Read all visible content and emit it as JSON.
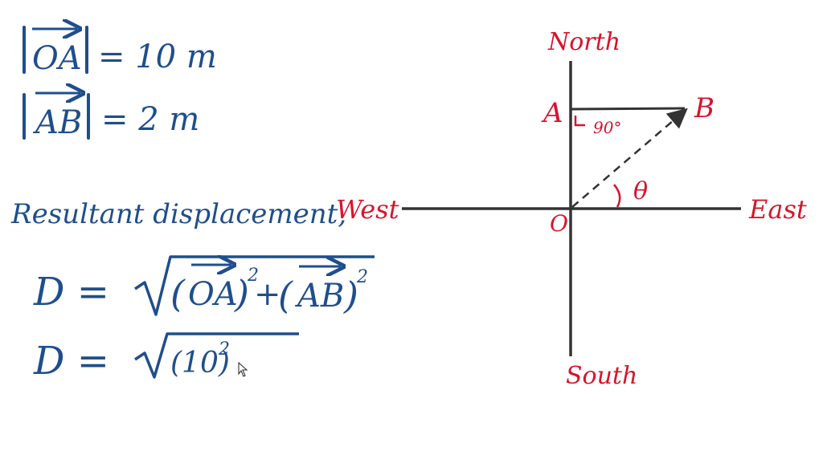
{
  "colors": {
    "ink_blue": "#1f4e8c",
    "ink_red": "#d6152b",
    "axis": "#333333",
    "background": "#ffffff"
  },
  "given": {
    "oa_vector": "OA",
    "oa_value": "= 10 m",
    "ab_vector": "AB",
    "ab_value": "= 2 m"
  },
  "working": {
    "heading": "Resultant displacement,",
    "eq1_lhs": "D =",
    "eq1_term1": "OA",
    "eq1_plus": "+",
    "eq1_term2": "AB",
    "exponent": "2",
    "eq2_lhs": "D =",
    "eq2_term": "(10)"
  },
  "diagram": {
    "north": "North",
    "south": "South",
    "east": "East",
    "west": "West",
    "origin": "O",
    "point_a": "A",
    "point_b": "B",
    "right_angle": "90°",
    "angle": "θ"
  },
  "cursor_icon": "mouse-pointer-icon"
}
